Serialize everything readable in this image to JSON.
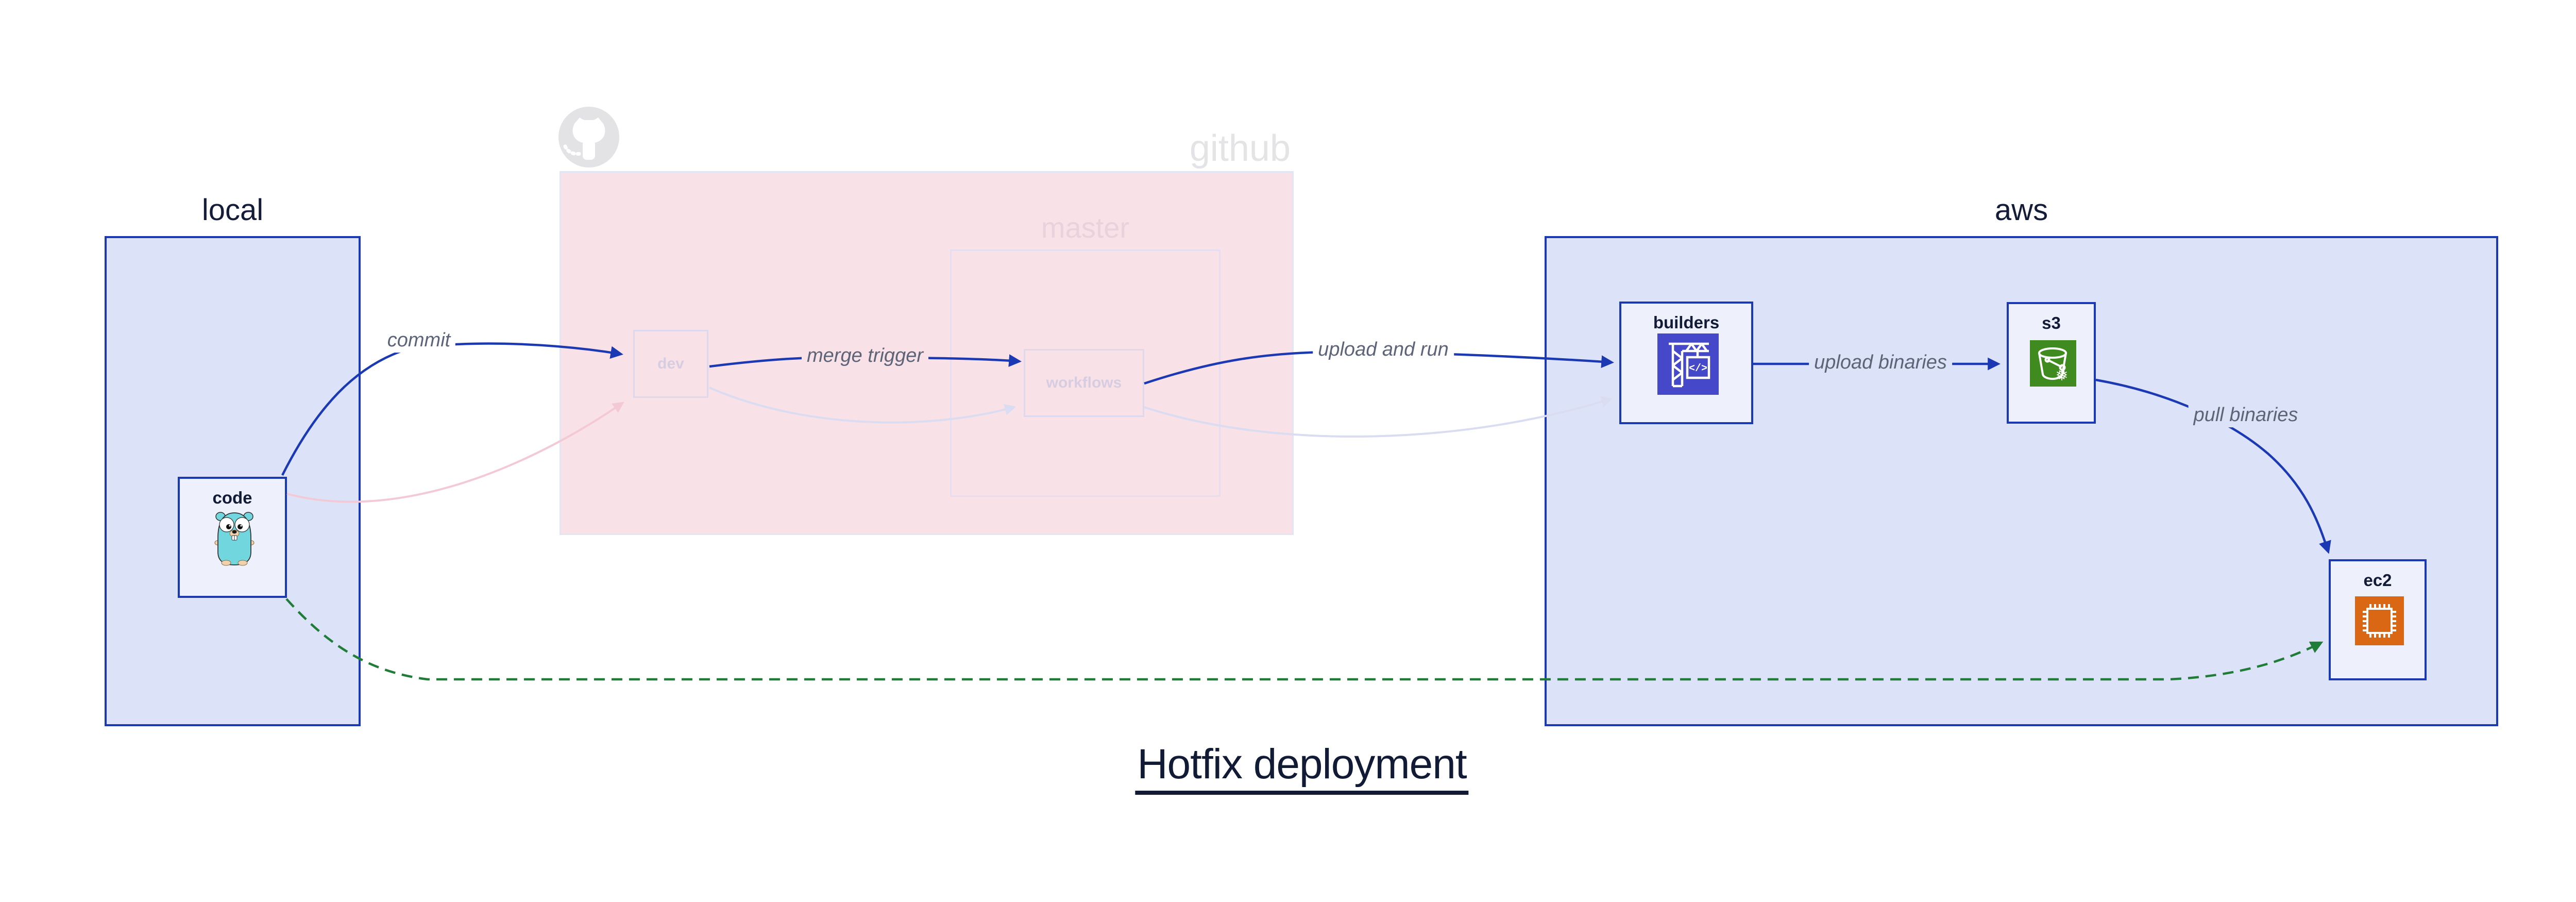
{
  "diagram_title": "Hotfix deployment",
  "zones": {
    "local": {
      "label": "local"
    },
    "github": {
      "label": "github",
      "branch_label": "master"
    },
    "aws": {
      "label": "aws"
    }
  },
  "nodes": {
    "code": {
      "label": "code",
      "icon": "go-gopher-icon"
    },
    "dev": {
      "label": "dev"
    },
    "workflows": {
      "label": "workflows"
    },
    "builders": {
      "label": "builders",
      "icon": "codebuild-crane-icon",
      "icon_text": "</>"
    },
    "s3": {
      "label": "s3",
      "icon": "s3-bucket-snowflake-icon"
    },
    "ec2": {
      "label": "ec2",
      "icon": "ec2-chip-icon"
    }
  },
  "edges": {
    "commit": {
      "label": "commit"
    },
    "merge_trigger": {
      "label": "merge trigger"
    },
    "upload_and_run": {
      "label": "upload and run"
    },
    "upload_binaries": {
      "label": "upload binaries"
    },
    "pull_binaries": {
      "label": "pull binaries"
    }
  },
  "colors": {
    "zone_fill_blue": "#dce3f8",
    "zone_border_blue": "#1c39b4",
    "zone_fill_pink": "#f8e1e7",
    "node_fill": "#eef1fb",
    "arrow_blue": "#1c39b4",
    "arrow_green_dashed": "#1f7d38",
    "arrow_faded_pink": "#f4c9d6",
    "arrow_faded_lavender": "#dadcf1",
    "edge_label_gray": "#5d6477",
    "faded_label_github": "#e4e4e7",
    "faded_label_master": "#e8d3dc",
    "faded_label_branch_nodes": "#d7cde1",
    "title_navy": "#111b35",
    "codebuild_indigo": "#4549c9",
    "s3_green": "#3f8b1f",
    "ec2_orange": "#da6713",
    "gopher_teal": "#72d6de"
  }
}
